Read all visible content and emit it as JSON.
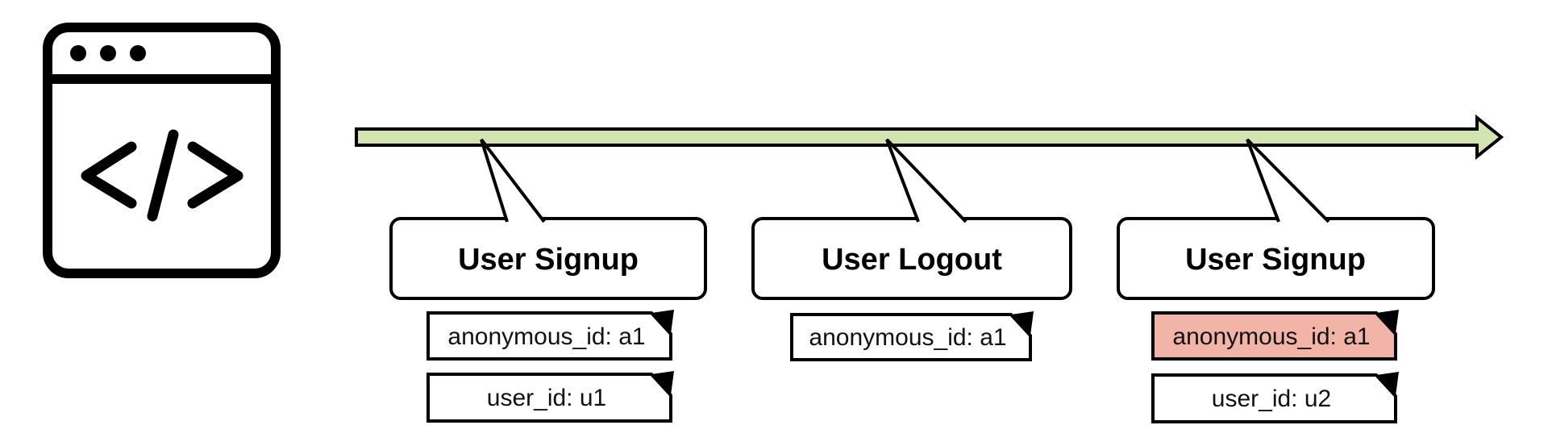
{
  "diagram": {
    "description": "Timeline of tracked analytics events from a website",
    "icons": {
      "source": "browser-code-window-icon",
      "source_glyph": "</>"
    },
    "colors": {
      "timeline_fill": "#d2e5b1",
      "note_fill": "#ffffff",
      "highlight_fill": "#f3b4a8",
      "stroke": "#000000"
    },
    "events": [
      {
        "title": "User Signup",
        "properties": [
          {
            "label": "anonymous_id: a1",
            "highlighted": false
          },
          {
            "label": "user_id: u1",
            "highlighted": false
          }
        ]
      },
      {
        "title": "User Logout",
        "properties": [
          {
            "label": "anonymous_id: a1",
            "highlighted": false
          }
        ]
      },
      {
        "title": "User Signup",
        "properties": [
          {
            "label": "anonymous_id: a1",
            "highlighted": true
          },
          {
            "label": "user_id: u2",
            "highlighted": false
          }
        ]
      }
    ]
  }
}
